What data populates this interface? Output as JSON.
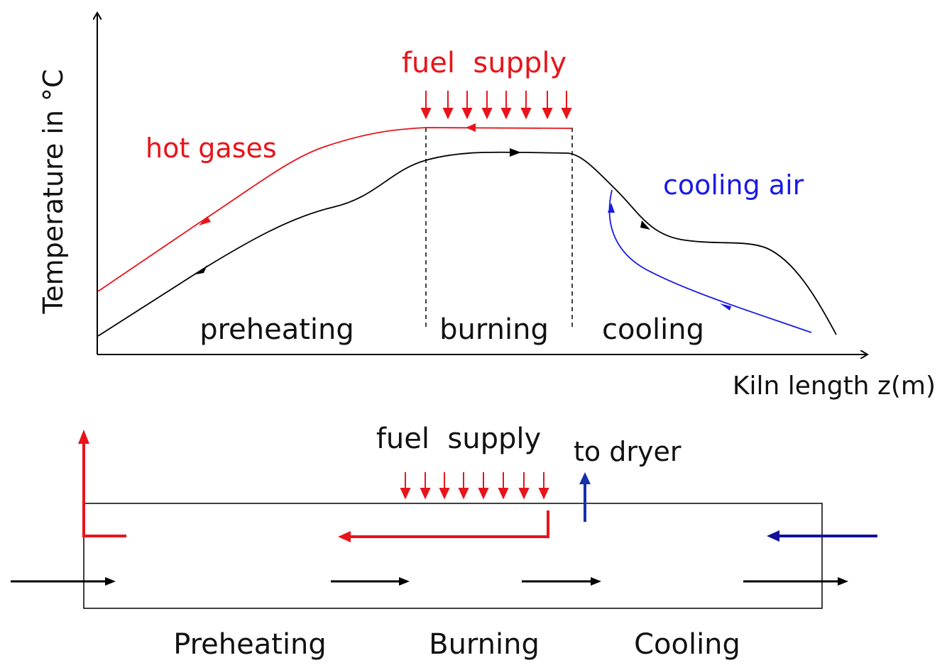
{
  "top_diagram": {
    "y_axis_label": "Temperature in °C",
    "x_axis_label": "Kiln length z(m)",
    "fuel_supply_label": "fuel  supply",
    "hot_gases_label": "hot gases",
    "cooling_air_label": "cooling air",
    "zone_labels": {
      "preheating": "preheating",
      "burning": "burning",
      "cooling": "cooling"
    }
  },
  "bottom_diagram": {
    "fuel_supply_label": "fuel  supply",
    "to_dryer_label": "to dryer",
    "zone_labels": {
      "preheating": "Preheating",
      "burning": "Burning",
      "cooling": "Cooling"
    }
  },
  "colors": {
    "hot_gases": "#e8141b",
    "cooling_air": "#1a1ae6",
    "material": "#000000",
    "dryer_arrow": "#1530a8",
    "cooling_inlet_arrow": "#12129a"
  }
}
